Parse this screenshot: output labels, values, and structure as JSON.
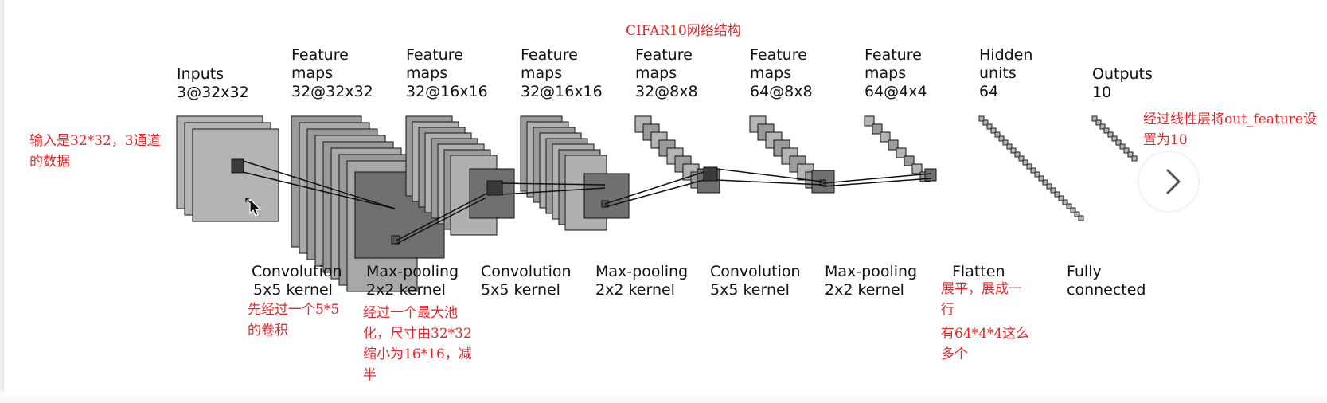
{
  "title": "CIFAR10网络结构",
  "layers": [
    {
      "name": "Inputs",
      "shape": "3@32x32"
    },
    {
      "name": "Feature\nmaps",
      "shape": "32@32x32"
    },
    {
      "name": "Feature\nmaps",
      "shape": "32@16x16"
    },
    {
      "name": "Feature\nmaps",
      "shape": "32@16x16"
    },
    {
      "name": "Feature\nmaps",
      "shape": "32@8x8"
    },
    {
      "name": "Feature\nmaps",
      "shape": "64@8x8"
    },
    {
      "name": "Feature\nmaps",
      "shape": "64@4x4"
    },
    {
      "name": "Hidden\nunits",
      "shape": "64"
    },
    {
      "name": "Outputs",
      "shape": "10"
    }
  ],
  "operations": [
    {
      "name": "Convolution",
      "detail": "5x5 kernel"
    },
    {
      "name": "Max-pooling",
      "detail": "2x2 kernel"
    },
    {
      "name": "Convolution",
      "detail": "5x5 kernel"
    },
    {
      "name": "Max-pooling",
      "detail": "2x2 kernel"
    },
    {
      "name": "Convolution",
      "detail": "5x5 kernel"
    },
    {
      "name": "Max-pooling",
      "detail": "2x2 kernel"
    },
    {
      "name": "Flatten",
      "detail": ""
    },
    {
      "name": "Fully",
      "detail": "connected"
    }
  ],
  "annotations": {
    "input": "输入是32*32，3通道的数据",
    "conv1": "先经过一个5*5的卷积",
    "pool1": "经过一个最大池化，尺寸由32*32缩小为16*16，减半",
    "flatten_1": "展平，展成一行",
    "flatten_2": "有64*4*4这么多个",
    "output": "经过线性层将out_feature设置为10"
  },
  "colors": {
    "annotation": "#e8262a",
    "map_light": "#b4b4b4",
    "map_mid": "#9a9a9a",
    "map_dark": "#707070"
  }
}
